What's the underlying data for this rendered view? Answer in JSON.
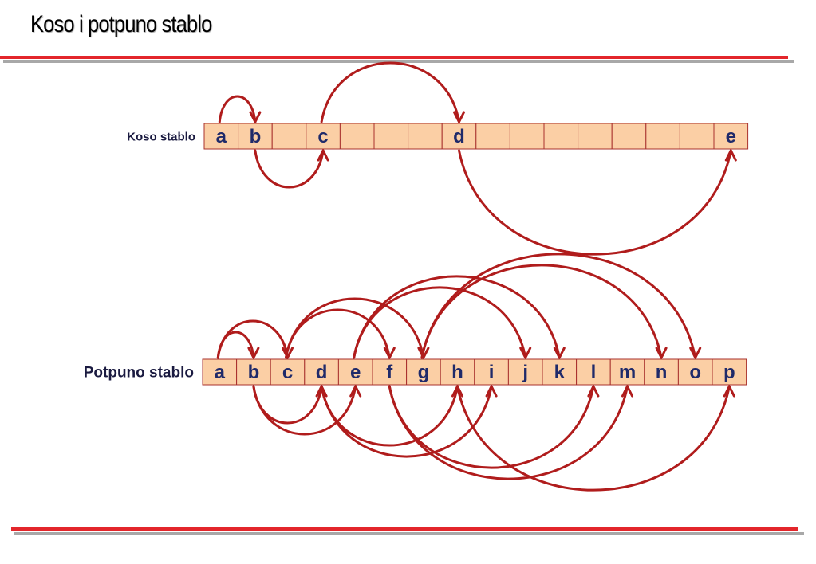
{
  "slide": {
    "title": "Koso i potpuno stablo"
  },
  "diagrams": [
    {
      "id": "skewed",
      "label": "Koso stablo",
      "cells": [
        "a",
        "b",
        "",
        "c",
        "",
        "",
        "",
        "d",
        "",
        "",
        "",
        "",
        "",
        "",
        "",
        "e"
      ],
      "edges": [
        [
          0,
          1,
          "up"
        ],
        [
          1,
          3,
          "down"
        ],
        [
          3,
          7,
          "up"
        ],
        [
          7,
          15,
          "down"
        ]
      ]
    },
    {
      "id": "complete",
      "label": "Potpuno stablo",
      "cells": [
        "a",
        "b",
        "c",
        "d",
        "e",
        "f",
        "g",
        "h",
        "i",
        "j",
        "k",
        "l",
        "m",
        "n",
        "o",
        "p"
      ],
      "edges": [
        [
          0,
          1,
          "up"
        ],
        [
          0,
          2,
          "up"
        ],
        [
          1,
          3,
          "down"
        ],
        [
          1,
          4,
          "down"
        ],
        [
          2,
          5,
          "up"
        ],
        [
          2,
          6,
          "up"
        ],
        [
          3,
          7,
          "down"
        ],
        [
          3,
          8,
          "down"
        ],
        [
          4,
          9,
          "up"
        ],
        [
          4,
          10,
          "up"
        ],
        [
          5,
          11,
          "down"
        ],
        [
          5,
          12,
          "down"
        ],
        [
          6,
          13,
          "up"
        ],
        [
          6,
          14,
          "up"
        ],
        [
          7,
          15,
          "down"
        ]
      ]
    }
  ]
}
